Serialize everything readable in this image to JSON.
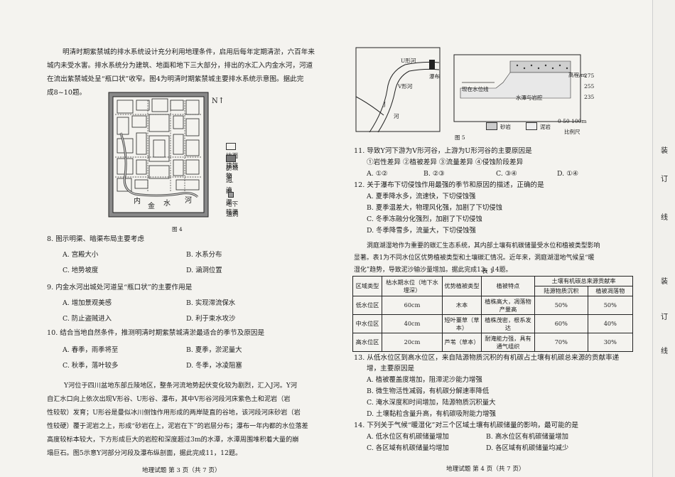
{
  "left_page": {
    "intro_lines": [
      "明清时期紫禁城的排水系统设计充分利用地理条件，启用后每年定期清淤，六百年来",
      "城内未受水害。排水系统分为建筑、地面和地下三大部分，排出的水汇入内金水河，河道",
      "在流出紫禁城处呈“瓶口状”收窄。图4为明清时期紫禁城主要排水系统示意图。据此完",
      "成8~10题。"
    ],
    "figure4": {
      "north_label": "N",
      "river_chars": [
        "内",
        "金",
        "水",
        "河"
      ],
      "legend": [
        {
          "icon": "building-icon",
          "label": "地面建筑物"
        },
        {
          "icon": "moat-icon",
          "label": "护城河"
        },
        {
          "icon": "river-icon",
          "label": "河流"
        },
        {
          "icon": "drain-icon",
          "label": "明渠、暗渠"
        },
        {
          "icon": "culvert-icon",
          "label": "地下涵洞"
        }
      ],
      "caption": "图 4"
    },
    "questions": [
      {
        "stem": "8. 图示明渠、暗渠布局主要考虑",
        "options": [
          "A. 宫殿大小",
          "B. 水系分布",
          "C. 地势坡度",
          "D. 涵洞位置"
        ]
      },
      {
        "stem": "9. 内金水河出城处河道呈“瓶口状”的主要作用是",
        "options": [
          "A. 增加景观美感",
          "B. 实现滞流保水",
          "C. 防止盗贼进入",
          "D. 利于束水攻沙"
        ]
      },
      {
        "stem": "10. 结合当地自然条件，推测明清时期紫禁城清淤最适合的季节及原因是",
        "options": [
          "A. 春季，雨季将至",
          "B. 夏季，淤泥量大",
          "C. 秋季，落叶较多",
          "D. 冬季，冰凌阻塞"
        ]
      }
    ],
    "passage2_lines": [
      "Y河位于四川盆地东部丘陵地区，整条河流地势起伏变化较为剧烈，汇入J河。Y河",
      "自汇水口向上依次出现V形谷、U形谷、瀑布，其中V形谷河段河床紫色土和泥岩（岩",
      "性较软）发育；U形谷是曼似冰川侧蚀作用形成的两岸陡直的谷地，该河段河床砂岩（岩",
      "性较硬）覆于泥岩之上，形成“砂岩在上，泥岩在下”的岩层分布；瀑布一年内都的水位落差",
      "高度较标本较大，下方形成巨大的岩腔和深度超过3m的水潭，水潭周围堆积着大量的崩",
      "塌巨石。图5示意Y河部分河段及瀑布纵剖面，据此完成11，12题。"
    ],
    "footer": "地理试题  第 3 页（共 7 页）"
  },
  "right_page": {
    "figure5": {
      "map_labels": {
        "u_valley": "U形河",
        "waterfall": "瀑布",
        "v_valley": "V形河",
        "j_river": "J",
        "river": "河"
      },
      "profile_labels": {
        "elevation": "高程/m",
        "current_water": "现在水位线",
        "pool": "水潭与岩腔"
      },
      "elevation_ticks": [
        "275",
        "255",
        "235"
      ],
      "scale_label": "0   50   100m",
      "scale_caption": "比例尺",
      "legend": [
        {
          "icon": "sandstone-icon",
          "label": "砂岩"
        },
        {
          "icon": "mudstone-icon",
          "label": "泥岩"
        }
      ],
      "caption": "图 5"
    },
    "questions": [
      {
        "stem": "11. 导致Y河下游为V形河谷，上游为U形河谷的主要原因是",
        "sub": "①岩性差异   ②植被差异   ③流量差异   ④侵蚀阶段差异",
        "options": [
          "A. ①②",
          "B. ②③",
          "C. ③④",
          "D. ①④"
        ]
      },
      {
        "stem": "12. 关于瀑布下切侵蚀作用最强的季节和原因的描述，正确的是",
        "options": [
          "A. 夏季降水多，流速快，下切侵蚀强",
          "B. 夏季温差大，物理风化强，加剧了下切侵蚀",
          "C. 冬季冻融分化强烈，加剧了下切侵蚀",
          "D. 冬季降雪多，流量大，下切侵蚀强"
        ]
      }
    ],
    "passage3_lines": [
      "洞庭湖湿地作为重要的碳汇生态系统，其内部土壤有机碳储量受水位和植被类型影响",
      "显著。表1为不同水位区优势植被类型和土壤碳汇情况。近年来，洞庭湖湿地气候呈“暖",
      "湿化”趋势，导致泥沙输沙量增加。据此完成13，14题。"
    ],
    "table1": {
      "caption": "表 1",
      "headers": [
        "区域类型",
        "枯水期水位（地下水埋深）",
        "优势植被类型",
        "植被特点",
        "土壤有机碳总来源贡献率"
      ],
      "sub_headers": [
        "陆源物质沉积",
        "植被凋落物"
      ],
      "rows": [
        [
          "低水位区",
          "60cm",
          "木本",
          "植株高大，凋落物产量高",
          "50%",
          "50%"
        ],
        [
          "中水位区",
          "40cm",
          "短叶薹草（草本）",
          "植株茂密，根系发达",
          "60%",
          "40%"
        ],
        [
          "高水位区",
          "20cm",
          "芦苇（草本）",
          "耐淹能力强，具有通气组织",
          "70%",
          "30%"
        ]
      ]
    },
    "questions2": [
      {
        "stem": "13. 从低水位区到高水位区，来自陆源物质沉积的有机碳占土壤有机碳总来源的贡献率递",
        "stem2": "增，主要原因是",
        "options": [
          "A. 植被覆盖度增加，阻滞泥沙能力增强",
          "B. 微生物活性减弱，有机碳分解速率降低",
          "C. 淹水深度和时间增加，陆源物质沉积量大",
          "D. 土壤黏粒含量升高，有机碳吸附能力增强"
        ]
      },
      {
        "stem": "14. 下列关于气候“暖湿化”对三个区域土壤有机碳储量的影响，最可能的是",
        "options": [
          "A. 低水位区有机碳储量增加",
          "B. 高水位区有机碳储量增加",
          "C. 各区域有机碳储量均增加",
          "D. 各区域有机碳储量均减少"
        ]
      }
    ],
    "footer": "地理试题  第 4 页（共 7 页）"
  },
  "binding": {
    "upper": [
      "装",
      "订",
      "线"
    ],
    "lower": [
      "装",
      "订",
      "线"
    ]
  }
}
